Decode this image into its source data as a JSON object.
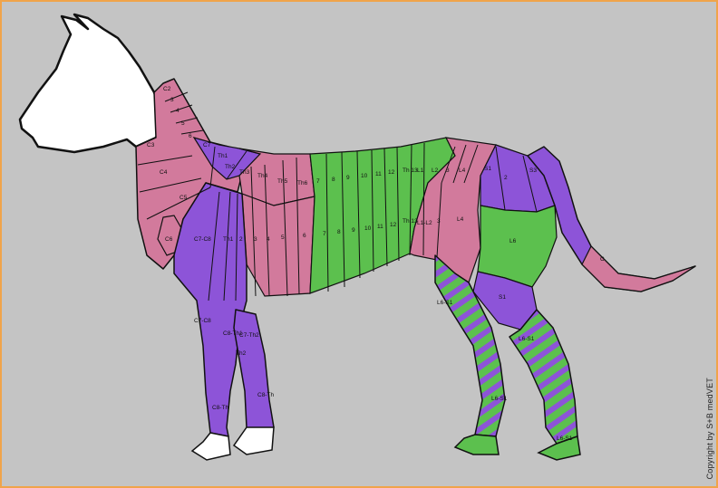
{
  "colors": {
    "background": "#c4c4c4",
    "frame": "#f0a44a",
    "outline": "#111111",
    "pink": "#d27a9c",
    "purple": "#8d54d8",
    "green": "#5cc04e"
  },
  "labels": {
    "c2": "C2",
    "c3n": "3",
    "c4n": "4",
    "c5n": "5",
    "c6n": "6",
    "c3": "C3",
    "c4": "C4",
    "c5": "C5",
    "c6": "C6",
    "c7": "C7",
    "th1a": "Th1",
    "th2": "Th2",
    "th3": "Th3",
    "th4": "Th4",
    "th5": "Th5",
    "th6": "Th6",
    "d7": "7",
    "d8": "8",
    "d9": "9",
    "d10": "10",
    "d11": "11",
    "d12": "12",
    "th13": "Th 13",
    "l1": "L1",
    "l2": "L2",
    "l3": "3",
    "l4": "L4",
    "s1a": "S1",
    "s2": "2",
    "s3": "S3",
    "c7c8a": "C7-C8",
    "th1b": "Th1",
    "v2": "2",
    "v3": "3",
    "v4": "4",
    "v5": "5",
    "v6": "6",
    "v7": "7",
    "v8": "8",
    "v9": "9",
    "v10": "10",
    "v11": "11",
    "v12": "12",
    "th13b": "Th 13",
    "l1l2": "L1-L2",
    "v3b": "3",
    "l4b": "L4",
    "l6": "L6",
    "c7c8b": "C7-C8",
    "c8th1": "C8-Th1",
    "c7th2": "C7-Th2",
    "th12": "Th2",
    "c8tha": "C8-Th",
    "c8thb": "C8-Th",
    "l6s1a": "L6-S1",
    "s1b": "S1",
    "l6s1b": "L6-S1",
    "l6s1c": "L6-S1",
    "l6s1d": "L6-S1",
    "tailc": "C"
  },
  "copyright": "Copyright by S+B medVET"
}
